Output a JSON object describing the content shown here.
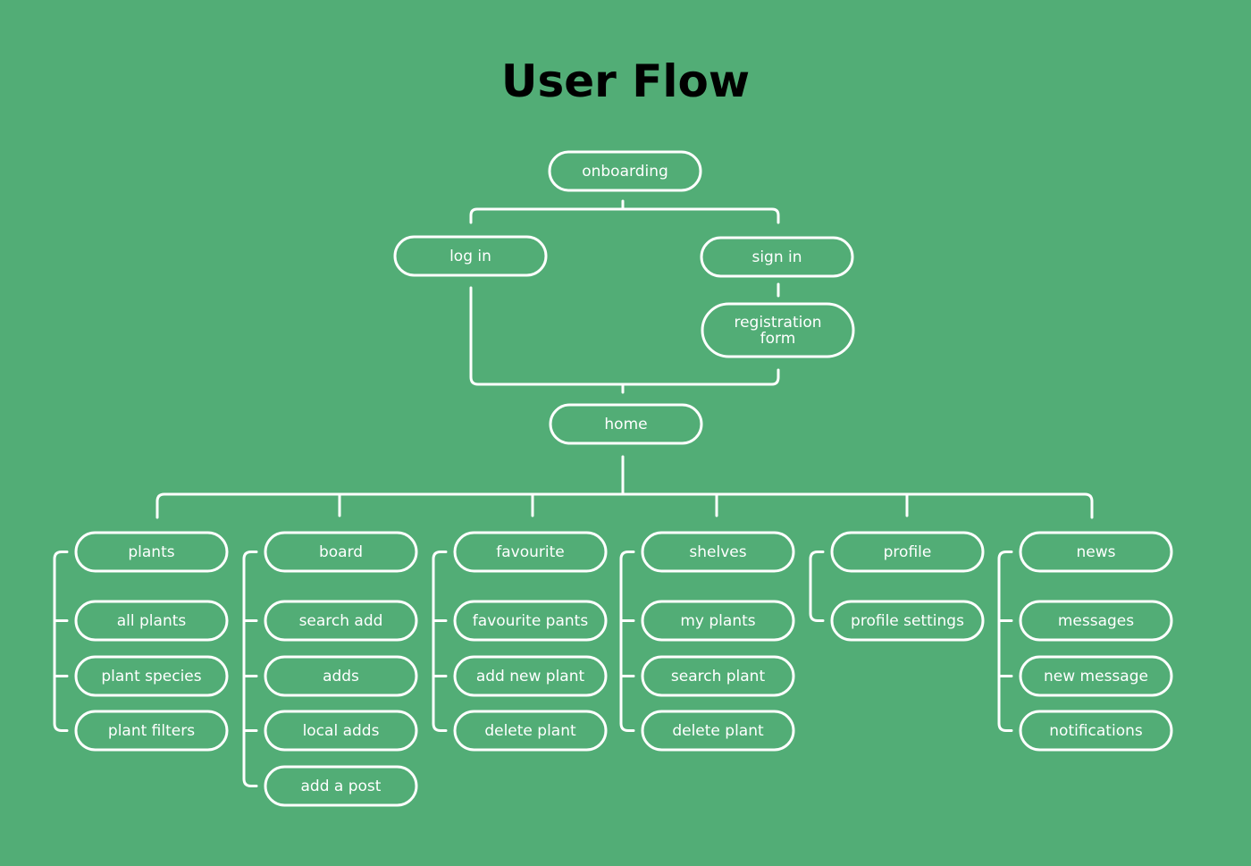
{
  "title": "User Flow",
  "nodes": {
    "onboarding": "onboarding",
    "login": "log in",
    "signin": "sign in",
    "registration": [
      "registration",
      "form"
    ],
    "home": "home"
  },
  "sections": [
    {
      "id": "plants",
      "label": "plants",
      "items": [
        "all plants",
        "plant species",
        "plant filters"
      ]
    },
    {
      "id": "board",
      "label": "board",
      "items": [
        "search add",
        "adds",
        "local adds",
        "add a post"
      ]
    },
    {
      "id": "favourite",
      "label": "favourite",
      "items": [
        "favourite pants",
        "add new plant",
        "delete plant"
      ]
    },
    {
      "id": "shelves",
      "label": "shelves",
      "items": [
        "my plants",
        "search plant",
        "delete plant"
      ]
    },
    {
      "id": "profile",
      "label": "profile",
      "items": [
        "profile settings"
      ]
    },
    {
      "id": "news",
      "label": "news",
      "items": [
        "messages",
        "new message",
        "notifications"
      ]
    }
  ]
}
